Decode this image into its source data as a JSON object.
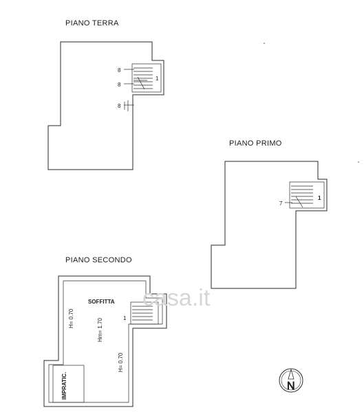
{
  "floors": {
    "terra": {
      "title": "PIANO TERRA",
      "marks": [
        "8",
        "8",
        "8"
      ],
      "stair_num": "1"
    },
    "primo": {
      "title": "PIANO PRIMO",
      "mark": "7",
      "stair_num": "1"
    },
    "secondo": {
      "title": "PIANO SECONDO",
      "room": "SOFFITTA",
      "stair_num": "1",
      "h_left": "H= 0.70",
      "h_mid": "Hm= 1.70",
      "h_right": "H= 0.70",
      "impratic": "IMPRATIC."
    }
  },
  "watermark": "casa.it",
  "north": "N"
}
